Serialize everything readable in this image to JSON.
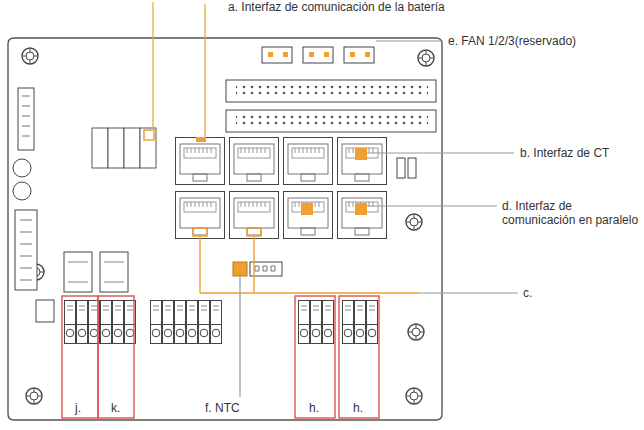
{
  "diagram": {
    "labels": [
      "a. Interfaz de comunicación de la batería",
      "e. FAN 1/2/3(reservado)",
      "b. Interfaz de CT",
      "d. Interfaz de comunicación en paralelo",
      "c.",
      "f. NTC",
      "j.",
      "k.",
      "h.",
      "h."
    ]
  }
}
